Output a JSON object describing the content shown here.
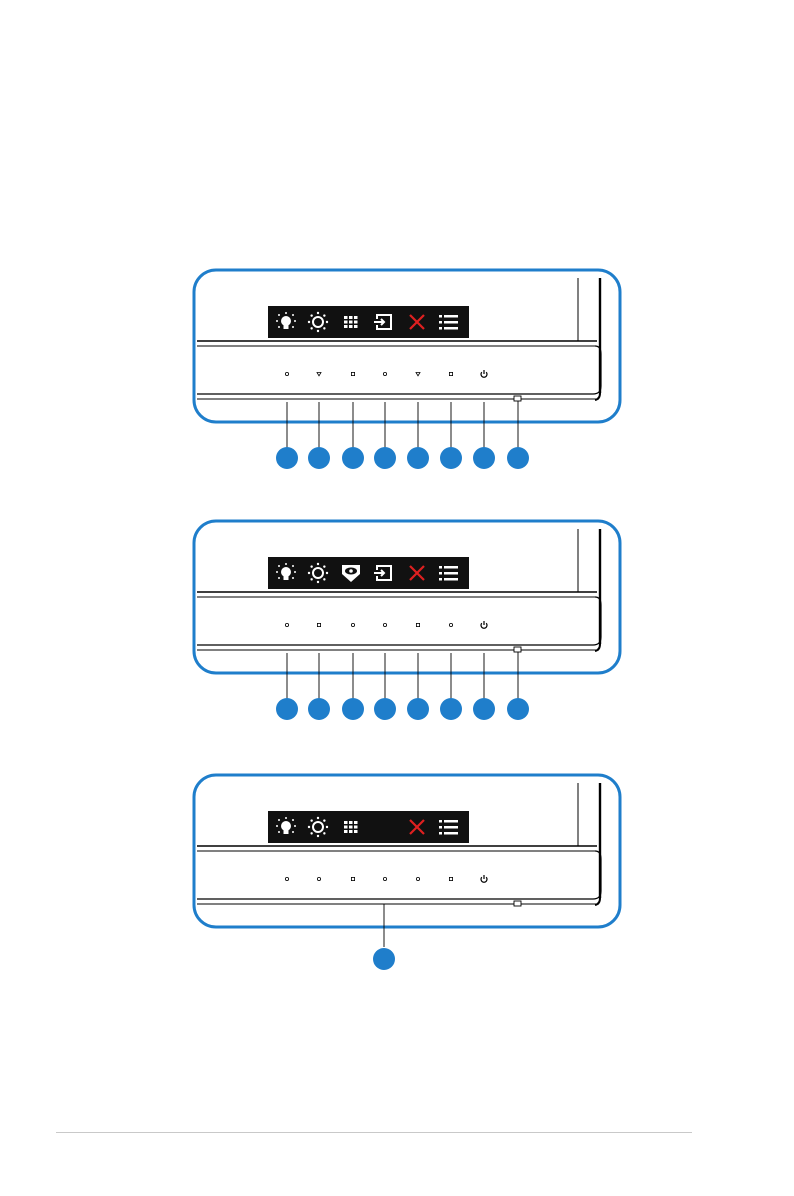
{
  "colors": {
    "callout": "#1f7ecb",
    "outline": "#1f7ecb",
    "bezel": "#000000",
    "osd_bg": "#111111",
    "close_x": "#e02020"
  },
  "figures": [
    {
      "name": "figure-1",
      "osd_icons": [
        "bulb-icon",
        "brightness-icon",
        "grid-icon",
        "input-icon",
        "close-icon",
        "menu-icon"
      ],
      "button_marks": [
        "dot",
        "triangle",
        "square",
        "dot",
        "triangle",
        "square",
        "power"
      ],
      "callouts": 8
    },
    {
      "name": "figure-2",
      "osd_icons": [
        "bulb-icon",
        "brightness-icon",
        "eye-shield-icon",
        "input-icon",
        "close-icon",
        "menu-icon"
      ],
      "button_marks": [
        "dot",
        "square",
        "dot",
        "dot",
        "square",
        "dot",
        "power"
      ],
      "callouts": 8
    },
    {
      "name": "figure-3",
      "osd_icons": [
        "bulb-icon",
        "brightness-icon",
        "grid-icon",
        "",
        "close-icon",
        "menu-icon"
      ],
      "button_marks": [
        "dot",
        "dot",
        "square",
        "dot",
        "dot",
        "square",
        "power"
      ],
      "callouts": 1
    }
  ]
}
